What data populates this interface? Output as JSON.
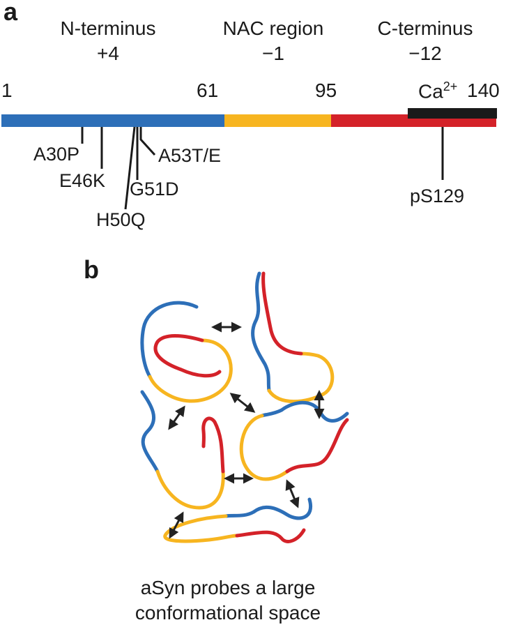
{
  "panel_a": {
    "label": "a",
    "regions": [
      {
        "name": "N-terminus",
        "charge": "+4",
        "color": "#2d6fb8"
      },
      {
        "name": "NAC region",
        "charge": "−1",
        "color": "#f7b520"
      },
      {
        "name": "C-terminus",
        "charge": "−12",
        "color": "#d42229"
      }
    ],
    "positions": [
      "1",
      "61",
      "95",
      "140"
    ],
    "calcium_binding": {
      "base": "Ca",
      "superscript": "2+",
      "color": "#1a1a1a"
    },
    "mutations": [
      "A30P",
      "E46K",
      "H50Q",
      "G51D",
      "A53T/E"
    ],
    "phosphorylation": "pS129"
  },
  "panel_b": {
    "label": "b",
    "caption_lines": [
      "aSyn probes a  large",
      "conformational space"
    ]
  },
  "colors": {
    "n_terminus": "#2d6fb8",
    "nac": "#f7b520",
    "c_terminus": "#d42229",
    "arrow": "#222222"
  }
}
